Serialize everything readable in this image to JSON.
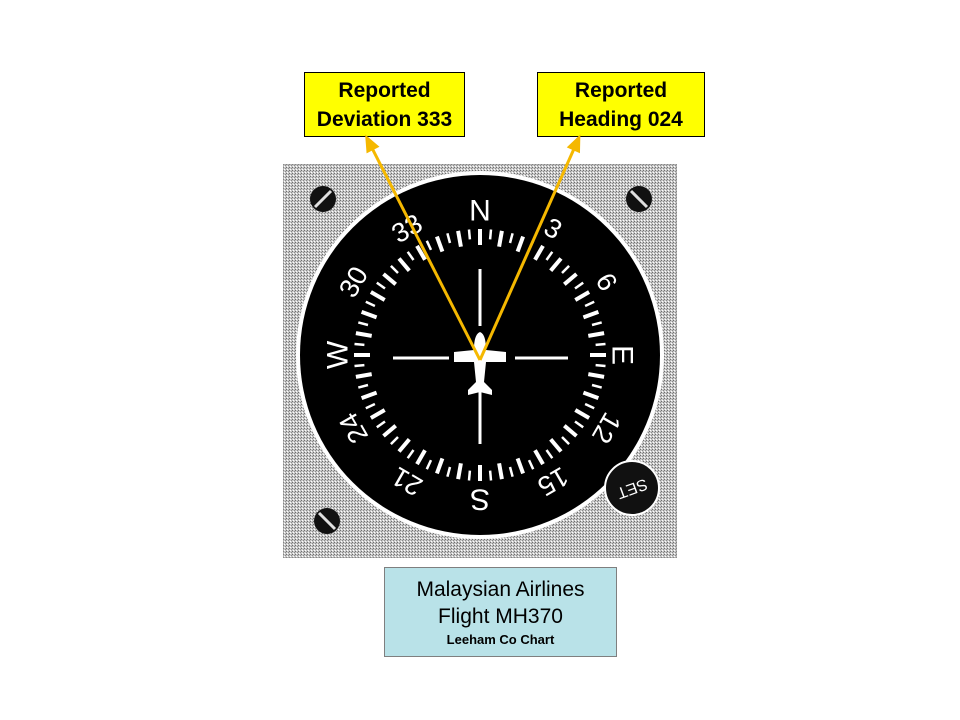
{
  "callouts": {
    "deviation": {
      "line1": "Reported",
      "line2": "Deviation 333"
    },
    "heading": {
      "line1": "Reported",
      "line2": "Heading 024"
    }
  },
  "compass": {
    "cardinals": {
      "north": "N",
      "east": "E",
      "south": "S",
      "west": "W"
    },
    "numerals": [
      "3",
      "6",
      "12",
      "15",
      "21",
      "24",
      "30",
      "33"
    ],
    "set_knob_label": "SET",
    "indicated_heading_deg": 0,
    "pointer_headings_deg": {
      "deviation": 333,
      "heading": 24
    }
  },
  "caption": {
    "line1": "Malaysian Airlines",
    "line2": "Flight MH370",
    "credit": "Leeham Co Chart"
  },
  "colors": {
    "callout_fill": "#ffff00",
    "pointer": "#f5b800",
    "caption_fill": "#b9e2e8",
    "bezel": "#000000",
    "dial_marks": "#ffffff"
  }
}
